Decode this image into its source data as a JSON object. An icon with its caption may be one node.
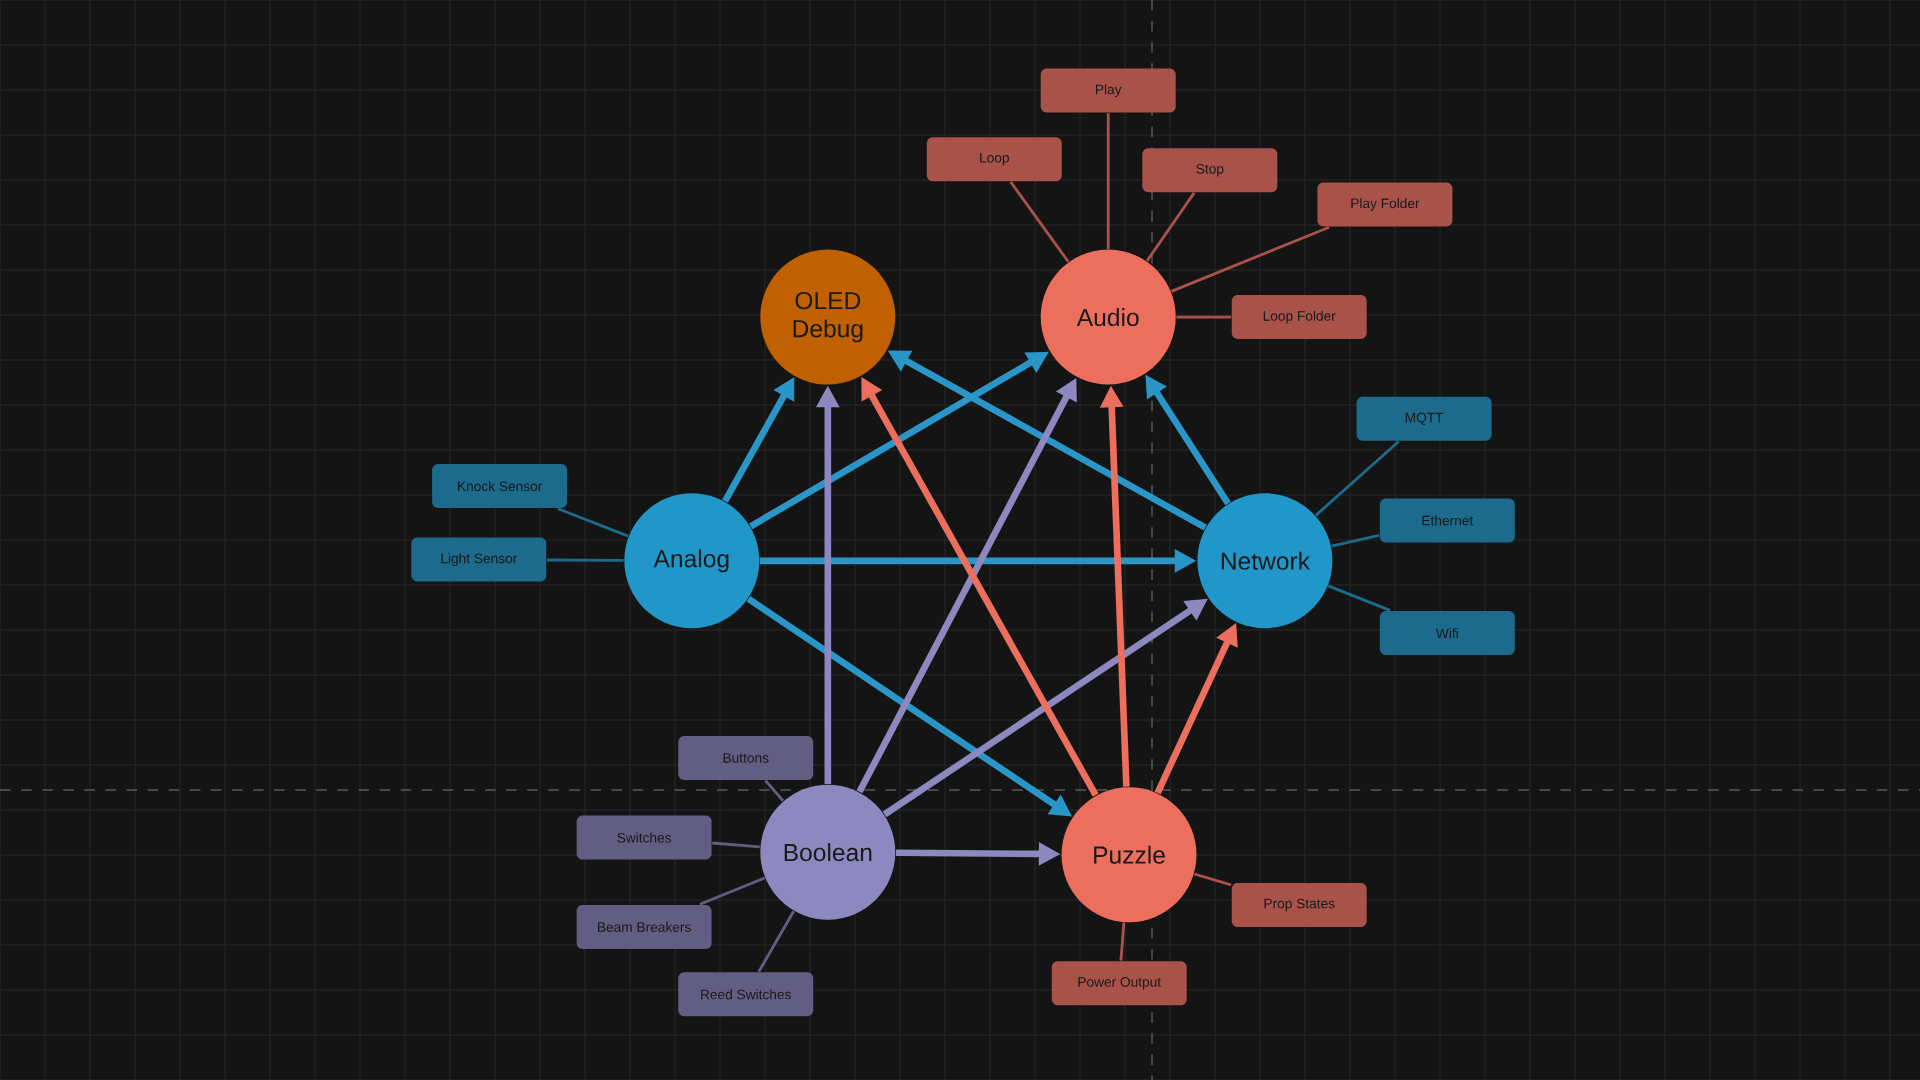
{
  "diagram": {
    "nodes": [
      {
        "text": [
          "OLED Debug"
        ]
      },
      {
        "text": [
          "Audio"
        ]
      },
      {
        "text": [
          "Analog"
        ]
      },
      {
        "text": [
          "Network"
        ]
      },
      {
        "text": [
          "Boolean"
        ]
      },
      {
        "text": [
          "Puzzle"
        ]
      },
      {
        "text": [
          "Play"
        ]
      },
      {
        "text": [
          "Loop"
        ]
      },
      {
        "text": [
          "Stop"
        ]
      },
      {
        "text": [
          "Play Folder"
        ]
      },
      {
        "text": [
          "Loop Folder"
        ]
      },
      {
        "text": [
          "MQTT"
        ]
      },
      {
        "text": [
          "Ethernet"
        ]
      },
      {
        "text": [
          "Wifi"
        ]
      },
      {
        "text": [
          "Knock Sensor"
        ]
      },
      {
        "text": [
          "Light Sensor"
        ]
      },
      {
        "text": [
          "Buttons"
        ]
      },
      {
        "text": [
          "Switches"
        ]
      },
      {
        "text": [
          "Beam Breakers"
        ]
      },
      {
        "text": [
          "Reed Switches"
        ]
      },
      {
        "text": [
          "Prop States"
        ]
      },
      {
        "text": [
          "Power Output"
        ]
      }
    ],
    "edges": [
      {
        "from": 2,
        "to": 0,
        "arrow": "to",
        "style": "thick",
        "color": "#2a96c8"
      },
      {
        "from": 2,
        "to": 1,
        "arrow": "to",
        "style": "thick",
        "color": "#2a96c8"
      },
      {
        "from": 2,
        "to": 3,
        "arrow": "to",
        "style": "thick",
        "color": "#2a96c8"
      },
      {
        "from": 2,
        "to": 5,
        "arrow": "to",
        "style": "thick",
        "color": "#2a96c8"
      },
      {
        "from": 3,
        "to": 0,
        "arrow": "to",
        "style": "thick",
        "color": "#2a96c8"
      },
      {
        "from": 3,
        "to": 1,
        "arrow": "to",
        "style": "thick",
        "color": "#2a96c8"
      },
      {
        "from": 4,
        "to": 0,
        "arrow": "to",
        "style": "thick",
        "color": "#8e88c0"
      },
      {
        "from": 4,
        "to": 1,
        "arrow": "to",
        "style": "thick",
        "color": "#8e88c0"
      },
      {
        "from": 4,
        "to": 3,
        "arrow": "to",
        "style": "thick",
        "color": "#8e88c0"
      },
      {
        "from": 4,
        "to": 5,
        "arrow": "to",
        "style": "thick",
        "color": "#8e88c0"
      },
      {
        "from": 5,
        "to": 0,
        "arrow": "to",
        "style": "thick",
        "color": "#ec6e5c"
      },
      {
        "from": 5,
        "to": 1,
        "arrow": "to",
        "style": "thick",
        "color": "#ec6e5c"
      },
      {
        "from": 5,
        "to": 3,
        "arrow": "to",
        "style": "thick",
        "color": "#ec6e5c"
      },
      {
        "from": 1,
        "to": 6,
        "arrow": "none",
        "color": "#a8524a"
      },
      {
        "from": 1,
        "to": 7,
        "arrow": "none",
        "color": "#a8524a"
      },
      {
        "from": 1,
        "to": 8,
        "arrow": "none",
        "color": "#a8524a"
      },
      {
        "from": 1,
        "to": 9,
        "arrow": "none",
        "color": "#a8524a"
      },
      {
        "from": 1,
        "to": 10,
        "arrow": "none",
        "color": "#a8524a"
      },
      {
        "from": 3,
        "to": 11,
        "arrow": "none",
        "color": "#1c6a8c"
      },
      {
        "from": 3,
        "to": 12,
        "arrow": "none",
        "color": "#1c6a8c"
      },
      {
        "from": 3,
        "to": 13,
        "arrow": "none",
        "color": "#1c6a8c"
      },
      {
        "from": 2,
        "to": 14,
        "arrow": "none",
        "color": "#1c6a8c"
      },
      {
        "from": 2,
        "to": 15,
        "arrow": "none",
        "color": "#1c6a8c"
      },
      {
        "from": 4,
        "to": 16,
        "arrow": "none",
        "color": "#625d82"
      },
      {
        "from": 4,
        "to": 17,
        "arrow": "none",
        "color": "#625d82"
      },
      {
        "from": 4,
        "to": 18,
        "arrow": "none",
        "color": "#625d82"
      },
      {
        "from": 4,
        "to": 19,
        "arrow": "none",
        "color": "#625d82"
      },
      {
        "from": 5,
        "to": 20,
        "arrow": "none",
        "color": "#a8524a"
      },
      {
        "from": 5,
        "to": 21,
        "arrow": "none",
        "color": "#a8524a"
      }
    ]
  }
}
